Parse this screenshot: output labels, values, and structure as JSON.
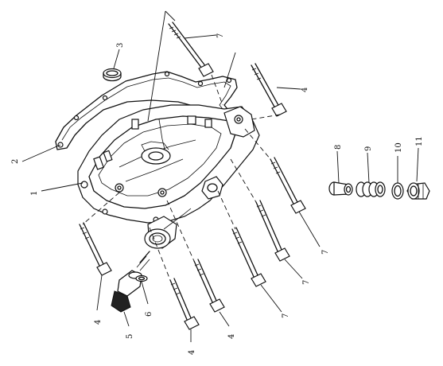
{
  "callouts": [
    {
      "id": "c2",
      "text": "2"
    },
    {
      "id": "c1",
      "text": "1"
    },
    {
      "id": "c3",
      "text": "3"
    },
    {
      "id": "c7a",
      "text": "7"
    },
    {
      "id": "c4a",
      "text": "4"
    },
    {
      "id": "c8",
      "text": "8"
    },
    {
      "id": "c9",
      "text": "9"
    },
    {
      "id": "c10",
      "text": "10"
    },
    {
      "id": "c11",
      "text": "11"
    },
    {
      "id": "c7b",
      "text": "7"
    },
    {
      "id": "c7c",
      "text": "7"
    },
    {
      "id": "c7d",
      "text": "7"
    },
    {
      "id": "c4b",
      "text": "4"
    },
    {
      "id": "c5",
      "text": "5"
    },
    {
      "id": "c6",
      "text": "6"
    },
    {
      "id": "c4c",
      "text": "4"
    },
    {
      "id": "c4d",
      "text": "4"
    }
  ]
}
